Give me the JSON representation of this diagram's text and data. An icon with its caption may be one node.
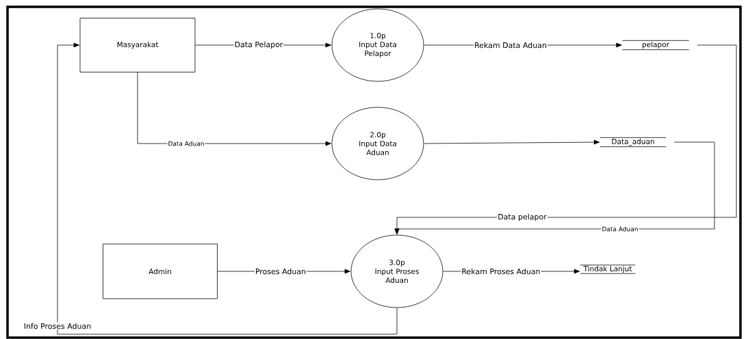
{
  "diagram": {
    "nodes": [
      {
        "text": [
          "Masyarakat"
        ]
      },
      {
        "text": [
          "1.0p",
          "Input Data Pelapor"
        ]
      },
      {
        "text": [
          "pelapor"
        ]
      },
      {
        "text": [
          "2.0p",
          "Input Data Aduan"
        ]
      },
      {
        "text": [
          "Data_aduan"
        ]
      },
      {
        "text": [
          "Admin"
        ]
      },
      {
        "text": [
          "3.0p",
          "Input Proses Aduan"
        ]
      },
      {
        "text": [
          "Tindak Lanjut"
        ]
      }
    ],
    "edges": [
      {
        "from": 0,
        "to": 1,
        "arrow": "to",
        "label": "Data Pelapor"
      },
      {
        "from": 0,
        "to": 3,
        "arrow": "to",
        "label": "Data Aduan"
      },
      {
        "from": 1,
        "to": 2,
        "arrow": "to",
        "label": "Rekam Data Aduan"
      },
      {
        "from": 3,
        "to": 4,
        "arrow": "to"
      },
      {
        "from": 2,
        "to": 6,
        "arrow": "to",
        "label": "Data pelapor"
      },
      {
        "from": 4,
        "to": 6,
        "arrow": "to",
        "label": "Data Aduan"
      },
      {
        "from": 5,
        "to": 6,
        "arrow": "to",
        "label": "Proses Aduan"
      },
      {
        "from": 6,
        "to": 7,
        "arrow": "to",
        "label": "Rekam Proses Aduan"
      },
      {
        "from": 6,
        "to": 0,
        "arrow": "to",
        "label": "Info Proses Aduan"
      }
    ]
  }
}
